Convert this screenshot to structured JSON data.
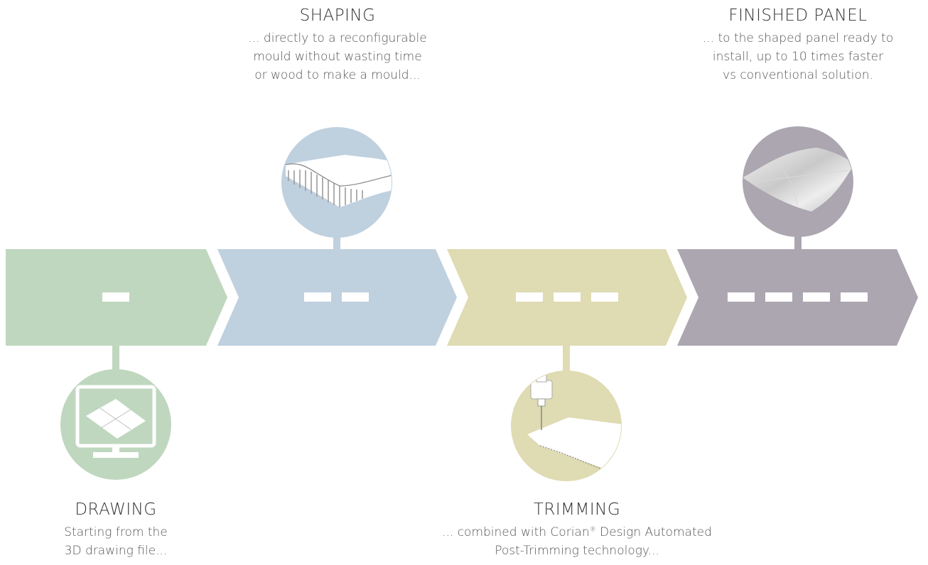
{
  "colors": {
    "drawing": "#bfd7be",
    "shaping": "#bfd0df",
    "trimming": "#dfdbb2",
    "finished": "#aca6b1",
    "dash": "#ffffff"
  },
  "steps": [
    {
      "id": "drawing",
      "title": "DRAWING",
      "desc_lines": [
        "Starting from the",
        "3D drawing file..."
      ],
      "icon": "monitor-icon",
      "dashes": 1
    },
    {
      "id": "shaping",
      "title": "SHAPING",
      "desc_lines": [
        "... directly to a reconfigurable",
        "mould without wasting time",
        "or wood to make a mould..."
      ],
      "icon": "reconfigurable-mould-icon",
      "dashes": 2
    },
    {
      "id": "trimming",
      "title": "TRIMMING",
      "desc_line1_before": "... combined with Corian",
      "desc_line1_sup": "®",
      "desc_line1_after": " Design Automated",
      "desc_line2": "Post-Trimming technology...",
      "icon": "trimming-machine-icon",
      "dashes": 3
    },
    {
      "id": "finished",
      "title": "FINISHED PANEL",
      "desc_lines": [
        "... to the shaped panel ready to",
        "install, up to 10 times faster",
        "vs conventional solution."
      ],
      "icon": "shaped-panel-icon",
      "dashes": 4
    }
  ]
}
